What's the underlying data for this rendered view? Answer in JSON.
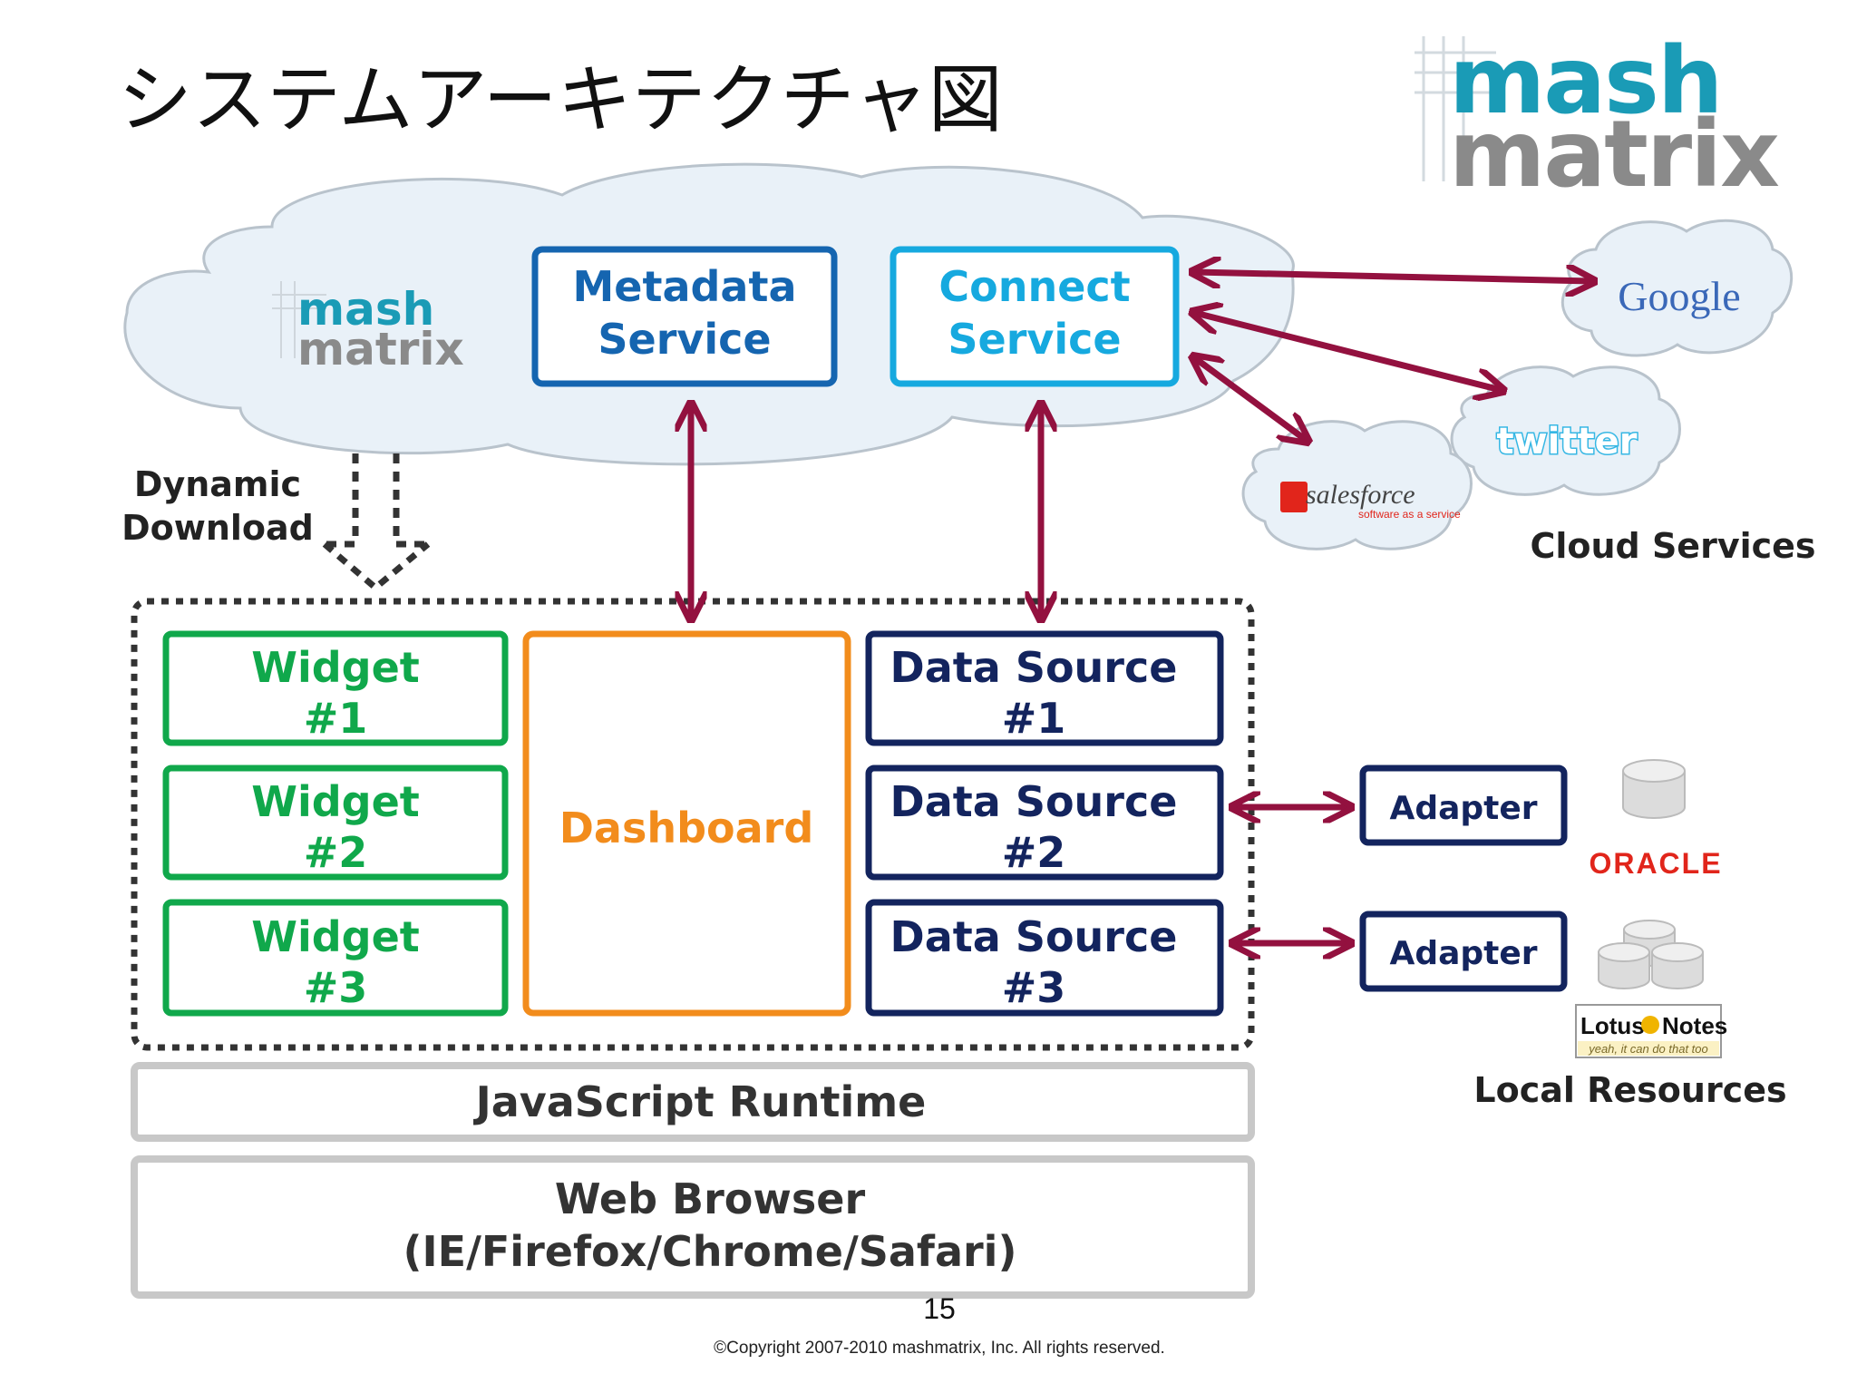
{
  "slide": {
    "title": "システムアーキテクチャ図",
    "page_number": "15",
    "copyright": "©Copyright 2007-2010 mashmatrix, Inc.   All rights reserved."
  },
  "logo": {
    "line1": "mash",
    "line2": "matrix"
  },
  "cloud": {
    "logo_line1": "mash",
    "logo_line2": "matrix",
    "metadata_service": [
      "Metadata",
      "Service"
    ],
    "connect_service": [
      "Connect",
      "Service"
    ]
  },
  "dynamic_download": [
    "Dynamic",
    "Download"
  ],
  "widgets": [
    [
      "Widget",
      "#1"
    ],
    [
      "Widget",
      "#2"
    ],
    [
      "Widget",
      "#3"
    ]
  ],
  "dashboard": "Dashboard",
  "data_sources": [
    [
      "Data Source",
      "#1"
    ],
    [
      "Data Source",
      "#2"
    ],
    [
      "Data Source",
      "#3"
    ]
  ],
  "runtime": "JavaScript Runtime",
  "browser": [
    "Web Browser",
    "(IE/Firefox/Chrome/Safari)"
  ],
  "adapters": [
    "Adapter",
    "Adapter"
  ],
  "cloud_services": {
    "google": "Google",
    "twitter": "twitter",
    "salesforce_name": "salesforce",
    "salesforce_tagline": "software as a service",
    "label": "Cloud Services"
  },
  "local_resources": {
    "oracle": "ORACLE",
    "lotus_name_left": "Lotus",
    "lotus_name_right": "Notes",
    "lotus_tagline": "yeah, it can do that too",
    "label": "Local Resources"
  },
  "colors": {
    "metadata_blue": "#1565b0",
    "connect_cyan": "#16a9df",
    "widget_green": "#10a84b",
    "dashboard_orange": "#f28c1c",
    "datasource_navy": "#13245e",
    "arrow_maroon": "#93113f",
    "logo_teal": "#1a9bb6",
    "logo_orange": "#f08a1c",
    "logo_gray": "#8a8a8a",
    "cloud_fill": "#e9f1f8",
    "cloud_stroke": "#b9c3cc",
    "layer_gray": "#c8c8c8"
  }
}
